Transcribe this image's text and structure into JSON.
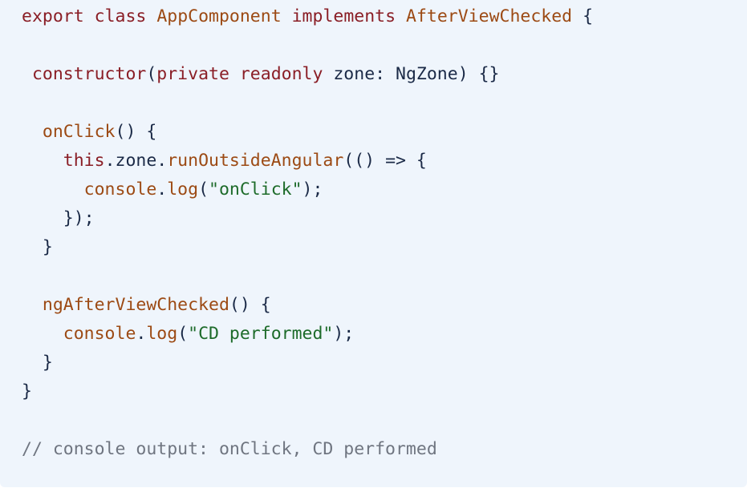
{
  "code": {
    "language": "typescript",
    "lines": [
      [
        {
          "text": "export",
          "kind": "keyword"
        },
        {
          "text": " ",
          "kind": "plain"
        },
        {
          "text": "class",
          "kind": "keyword"
        },
        {
          "text": " ",
          "kind": "plain"
        },
        {
          "text": "AppComponent",
          "kind": "class"
        },
        {
          "text": " ",
          "kind": "plain"
        },
        {
          "text": "implements",
          "kind": "keyword"
        },
        {
          "text": " ",
          "kind": "plain"
        },
        {
          "text": "AfterViewChecked",
          "kind": "class"
        },
        {
          "text": " {",
          "kind": "plain"
        }
      ],
      [],
      [
        {
          "text": " ",
          "kind": "plain"
        },
        {
          "text": "constructor",
          "kind": "keyword"
        },
        {
          "text": "(",
          "kind": "plain"
        },
        {
          "text": "private",
          "kind": "keyword"
        },
        {
          "text": " ",
          "kind": "plain"
        },
        {
          "text": "readonly",
          "kind": "keyword"
        },
        {
          "text": " zone: NgZone) {}",
          "kind": "plain"
        }
      ],
      [],
      [
        {
          "text": "  ",
          "kind": "plain"
        },
        {
          "text": "onClick",
          "kind": "func"
        },
        {
          "text": "() {",
          "kind": "plain"
        }
      ],
      [
        {
          "text": "    ",
          "kind": "plain"
        },
        {
          "text": "this",
          "kind": "this"
        },
        {
          "text": ".zone.",
          "kind": "plain"
        },
        {
          "text": "runOutsideAngular",
          "kind": "func"
        },
        {
          "text": "(() => {",
          "kind": "plain"
        }
      ],
      [
        {
          "text": "      ",
          "kind": "plain"
        },
        {
          "text": "console",
          "kind": "func"
        },
        {
          "text": ".",
          "kind": "plain"
        },
        {
          "text": "log",
          "kind": "func"
        },
        {
          "text": "(",
          "kind": "plain"
        },
        {
          "text": "\"onClick\"",
          "kind": "string"
        },
        {
          "text": ");",
          "kind": "plain"
        }
      ],
      [
        {
          "text": "    });",
          "kind": "plain"
        }
      ],
      [
        {
          "text": "  }",
          "kind": "plain"
        }
      ],
      [],
      [
        {
          "text": "  ",
          "kind": "plain"
        },
        {
          "text": "ngAfterViewChecked",
          "kind": "func"
        },
        {
          "text": "() {",
          "kind": "plain"
        }
      ],
      [
        {
          "text": "    ",
          "kind": "plain"
        },
        {
          "text": "console",
          "kind": "func"
        },
        {
          "text": ".",
          "kind": "plain"
        },
        {
          "text": "log",
          "kind": "func"
        },
        {
          "text": "(",
          "kind": "plain"
        },
        {
          "text": "\"CD performed\"",
          "kind": "string"
        },
        {
          "text": ");",
          "kind": "plain"
        }
      ],
      [
        {
          "text": "  }",
          "kind": "plain"
        }
      ],
      [
        {
          "text": "}",
          "kind": "plain"
        }
      ],
      [],
      [
        {
          "text": "// console output: onClick, CD performed",
          "kind": "comment"
        }
      ]
    ]
  },
  "colors": {
    "background": "#eff5fc",
    "keyword": "#8a1e26",
    "class_name": "#9c4a14",
    "function": "#9c4a14",
    "plain": "#1b2a47",
    "string": "#1d6b2a",
    "comment": "#6f7580"
  }
}
